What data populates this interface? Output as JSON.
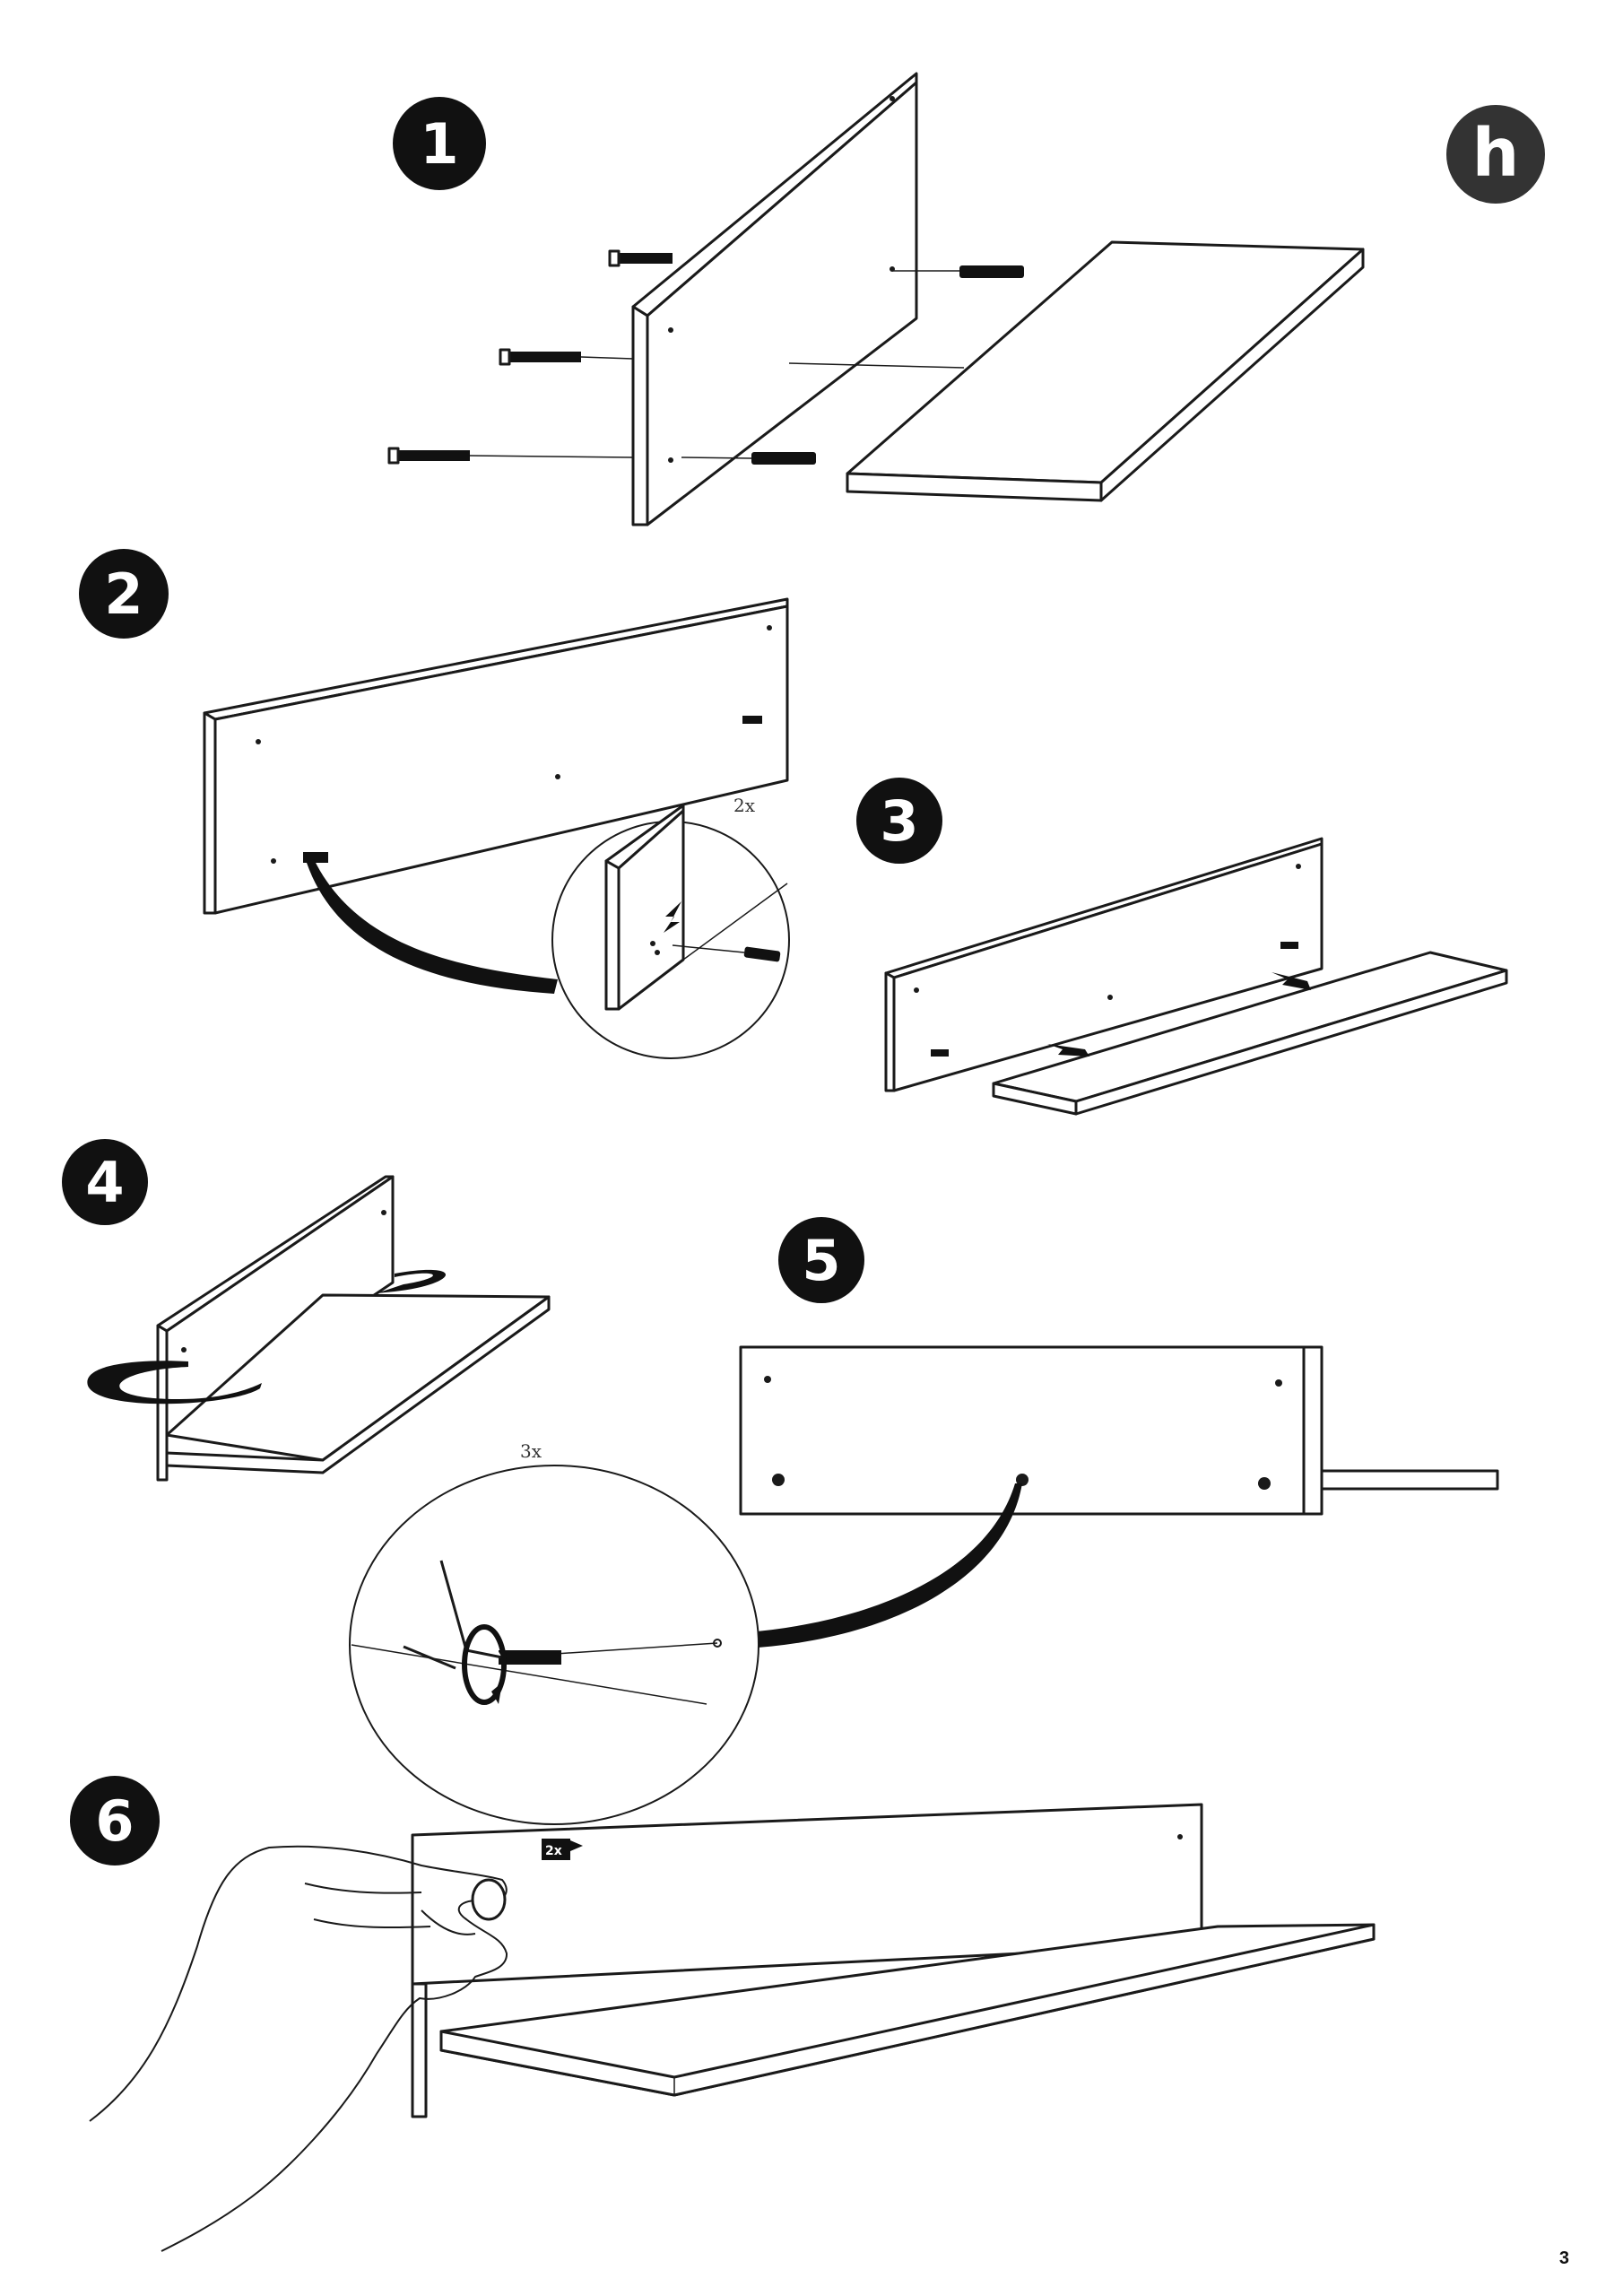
{
  "brand": {
    "logo_letter": "h",
    "logo_color": "#333333"
  },
  "steps": [
    {
      "number": "1"
    },
    {
      "number": "2",
      "detail_qty": "2x"
    },
    {
      "number": "3"
    },
    {
      "number": "4"
    },
    {
      "number": "5",
      "detail_qty": "3x"
    },
    {
      "number": "6",
      "clip_qty": "2x"
    }
  ],
  "page_number": "3",
  "colors": {
    "ink": "#1a1a1a",
    "badge": "#111111"
  }
}
